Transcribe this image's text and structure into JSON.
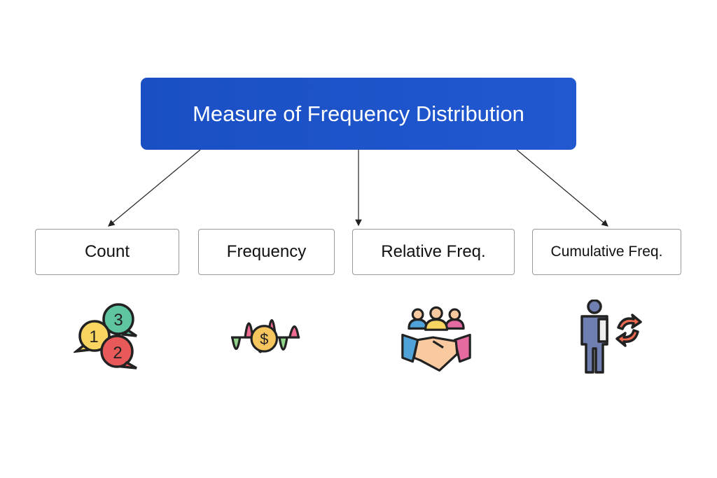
{
  "root": {
    "title": "Measure of Frequency Distribution",
    "color": "#1e52c9"
  },
  "children": [
    {
      "label": "Count",
      "icon": "numbered-speech-bubbles-icon"
    },
    {
      "label": "Frequency",
      "icon": "dollar-wave-icon"
    },
    {
      "label": "Relative Freq.",
      "icon": "handshake-group-icon"
    },
    {
      "label": "Cumulative Freq.",
      "icon": "person-cycle-icon"
    }
  ],
  "icon_text": {
    "n1": "1",
    "n2": "2",
    "n3": "3",
    "dollar": "$"
  }
}
